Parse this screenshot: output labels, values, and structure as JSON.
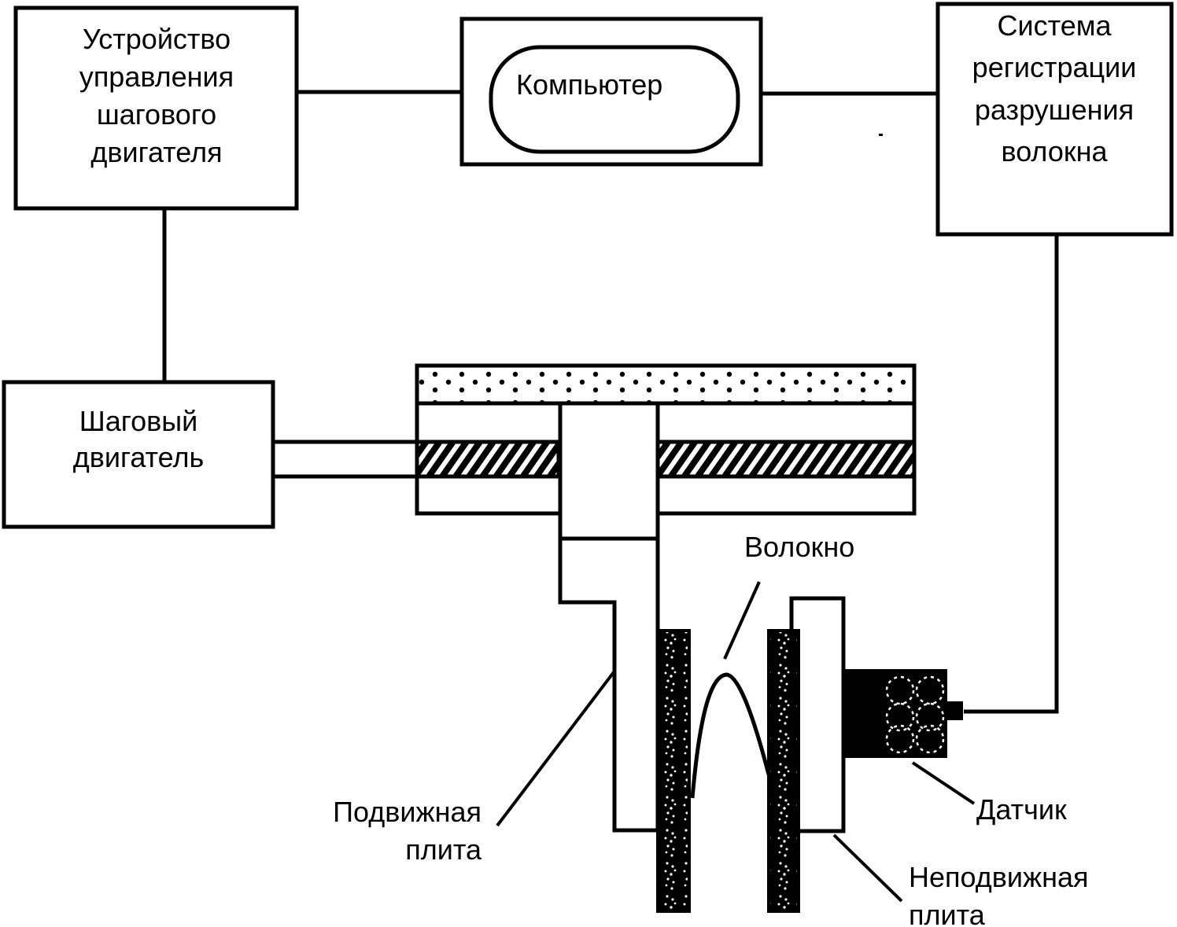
{
  "diagram": {
    "title": "Схема установки для испытания волокна на разрушение",
    "blocks": {
      "controller": {
        "lines": [
          "Устройство",
          "управления",
          "шагового",
          "двигателя"
        ]
      },
      "computer": {
        "label": "Компьютер"
      },
      "fracture_system": {
        "lines": [
          "Система",
          "регистрации",
          "разрушения",
          "волокна"
        ]
      },
      "stepper_motor": {
        "lines": [
          "Шаговый",
          "двигатель"
        ]
      }
    },
    "labels": {
      "fiber": "Волокно",
      "movable_plate": [
        "Подвижная",
        "плита"
      ],
      "fixed_plate": [
        "Неподвижная",
        "плита"
      ],
      "sensor": "Датчик"
    },
    "connections": [
      {
        "from": "controller",
        "to": "computer"
      },
      {
        "from": "computer",
        "to": "fracture_system"
      },
      {
        "from": "controller",
        "to": "stepper_motor"
      },
      {
        "from": "stepper_motor",
        "to": "guide_rail"
      },
      {
        "from": "fracture_system",
        "to": "sensor"
      }
    ],
    "colors": {
      "ink": "#000000",
      "paper": "#ffffff"
    }
  }
}
